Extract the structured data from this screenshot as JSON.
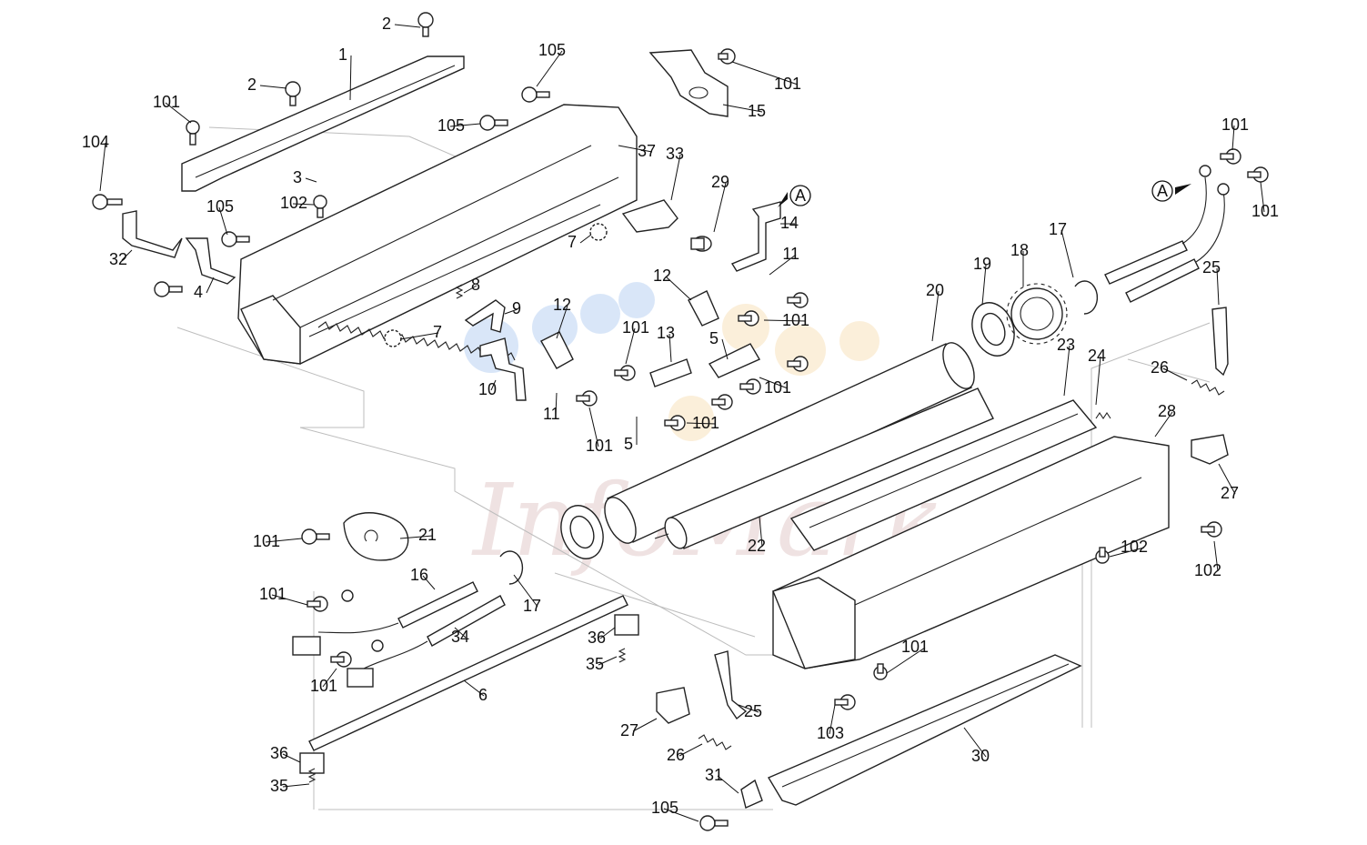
{
  "diagram": {
    "watermark": "InfoMarket",
    "ref_marker": "A",
    "callouts": [
      "1",
      "2",
      "2",
      "3",
      "4",
      "5",
      "5",
      "6",
      "7",
      "7",
      "8",
      "9",
      "10",
      "11",
      "11",
      "12",
      "12",
      "13",
      "14",
      "15",
      "16",
      "17",
      "17",
      "18",
      "19",
      "20",
      "21",
      "22",
      "23",
      "24",
      "25",
      "25",
      "26",
      "26",
      "27",
      "27",
      "28",
      "29",
      "30",
      "31",
      "32",
      "33",
      "34",
      "35",
      "35",
      "36",
      "36",
      "37",
      "101",
      "101",
      "101",
      "101",
      "101",
      "101",
      "101",
      "101",
      "101",
      "101",
      "101",
      "101",
      "101",
      "102",
      "102",
      "102",
      "103",
      "104",
      "105",
      "105",
      "105",
      "105"
    ]
  }
}
